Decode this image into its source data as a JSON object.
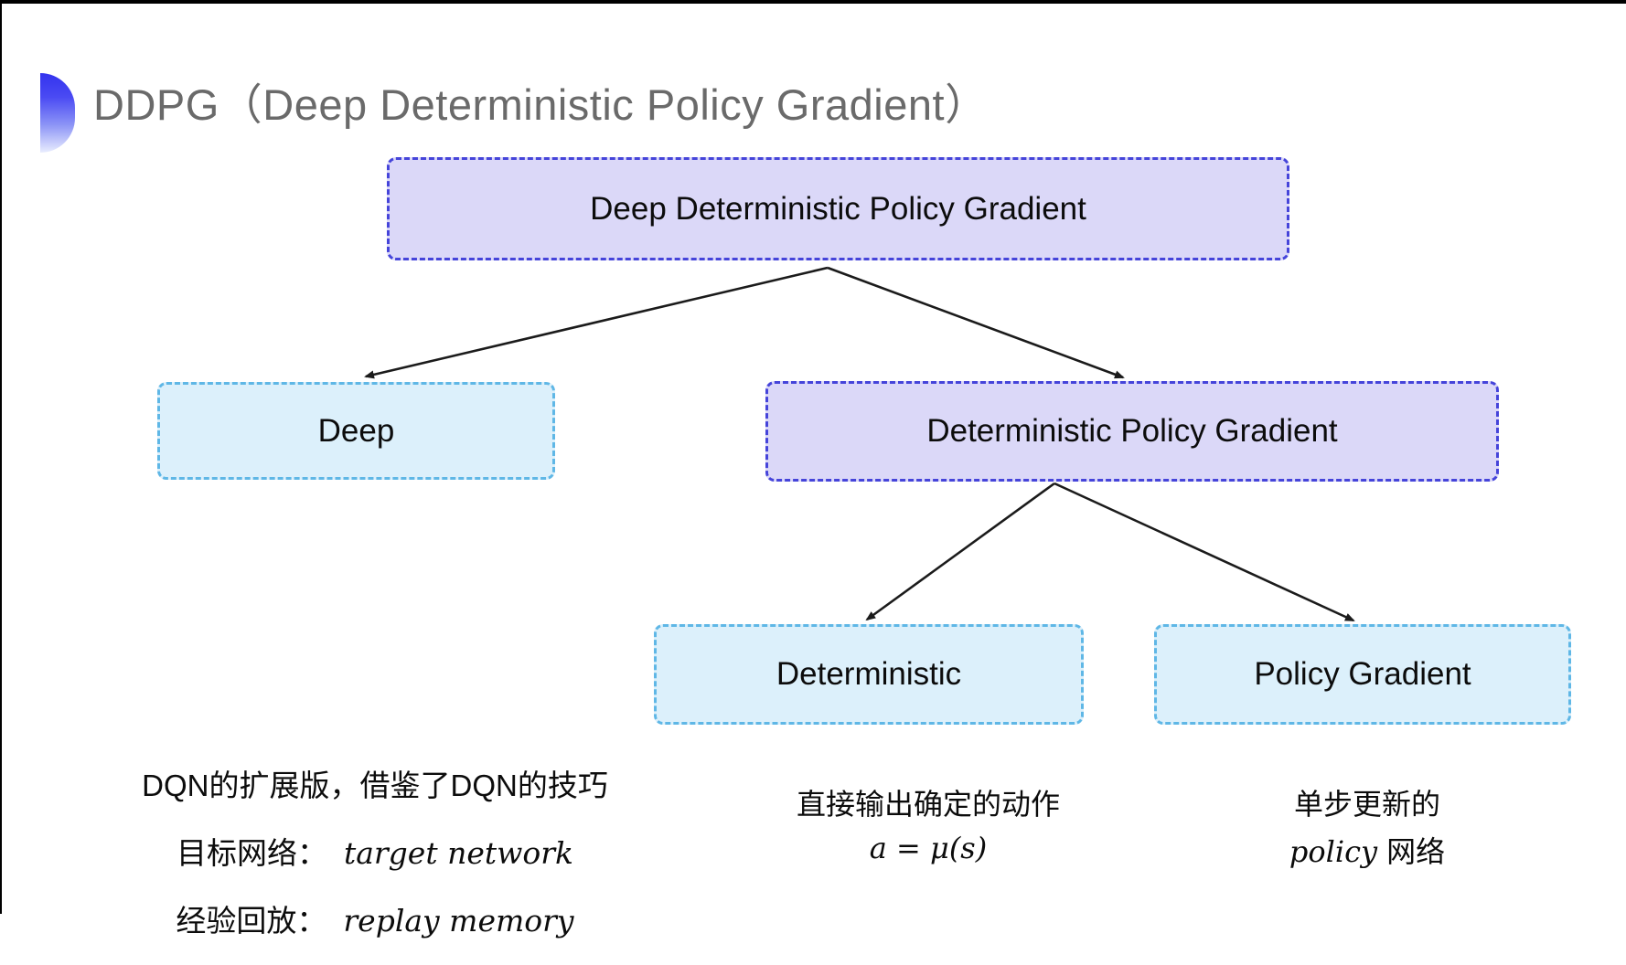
{
  "title": "DDPG（Deep Deterministic Policy Gradient）",
  "colors": {
    "purple_fill": "#dbd8f8",
    "purple_border": "#4544da",
    "cyan_fill": "#dcf0fb",
    "cyan_border": "#5fb7e6",
    "title_gray": "#6a6a6a",
    "bullet_blue": "#3333ee",
    "arrow_black": "#1b1b1b"
  },
  "tree": {
    "root": {
      "label": "Deep Deterministic Policy Gradient"
    },
    "deep": {
      "label": "Deep"
    },
    "dpg": {
      "label": "Deterministic Policy Gradient"
    },
    "deterministic": {
      "label": "Deterministic"
    },
    "policy_gradient": {
      "label": "Policy Gradient"
    }
  },
  "notes": {
    "dqn": {
      "summary": "DQN的扩展版，借鉴了DQN的技巧",
      "target_label": "目标网络：",
      "target_value": "target network",
      "replay_label": "经验回放：",
      "replay_value": "replay memory"
    },
    "deterministic": {
      "line1": "直接输出确定的动作",
      "formula": "a = μ(s)"
    },
    "policy_gradient": {
      "line1": "单步更新的",
      "word_en": "policy",
      "word_zh": "网络"
    }
  }
}
